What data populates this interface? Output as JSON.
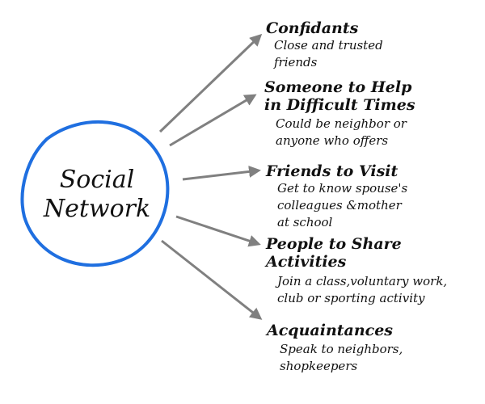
{
  "diagram": {
    "center": {
      "line1": "Social",
      "line2": "Network"
    },
    "colors": {
      "circle": "#1f6fe0",
      "arrow": "#808080",
      "text": "#111111"
    },
    "items": [
      {
        "title_lines": [
          "Confidants"
        ],
        "desc_lines": [
          "Close and trusted",
          "friends"
        ]
      },
      {
        "title_lines": [
          "Someone to Help",
          "in Difficult Times"
        ],
        "desc_lines": [
          "Could be neighbor or",
          "anyone who offers"
        ]
      },
      {
        "title_lines": [
          "Friends to Visit"
        ],
        "desc_lines": [
          "Get to know spouse's",
          "colleagues &mother",
          "at school"
        ]
      },
      {
        "title_lines": [
          "People to Share",
          "Activities"
        ],
        "desc_lines": [
          "Join a class,voluntary work,",
          "club or sporting activity"
        ]
      },
      {
        "title_lines": [
          "Acquaintances"
        ],
        "desc_lines": [
          "Speak to neighbors,",
          "shopkeepers"
        ]
      }
    ]
  }
}
